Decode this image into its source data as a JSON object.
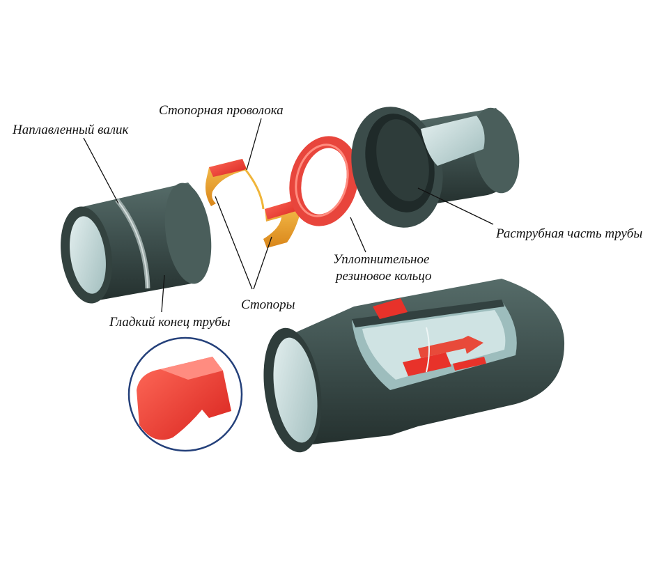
{
  "labels": {
    "welded_bead": "Наплавленный валик",
    "retaining_wire": "Стопорная проволока",
    "socket_part": "Раструбная часть трубы",
    "sealing_ring_line1": "Уплотнительное",
    "sealing_ring_line2": "резиновое  кольцо",
    "stoppers": "Стопоры",
    "smooth_end": "Гладкий конец трубы"
  },
  "colors": {
    "pipe_body": "#3f514f",
    "pipe_dark": "#2b3836",
    "pipe_lining": "#c9dede",
    "rubber_ring": "#e8453c",
    "stopper_orange": "#f0a028",
    "stopper_red": "#e8322a",
    "detail_circle": "#24407a"
  },
  "icons": {
    "detail_inset": "locking-profile-icon"
  }
}
